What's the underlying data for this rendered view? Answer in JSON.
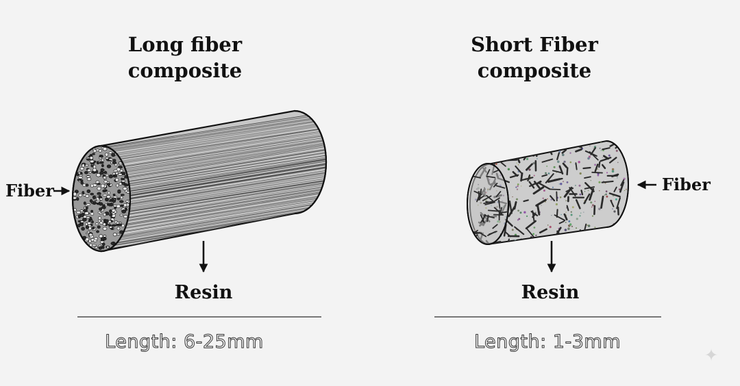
{
  "long_fiber": {
    "title_line1": "Long fiber",
    "title_line2": "composite",
    "fiber_label": "Fiber",
    "resin_label": "Resin",
    "length_label": "Length: 6-25mm"
  },
  "short_fiber": {
    "title_line1": "Short Fiber",
    "title_line2": "composite",
    "fiber_label": "Fiber",
    "resin_label": "Resin",
    "length_label": "Length: 1-3mm"
  },
  "colors": {
    "background": "#f3f3f3",
    "cylinder_fill": "#c9c9c9",
    "ink": "#111111"
  },
  "icons": {
    "watermark": "sparkle-icon"
  }
}
